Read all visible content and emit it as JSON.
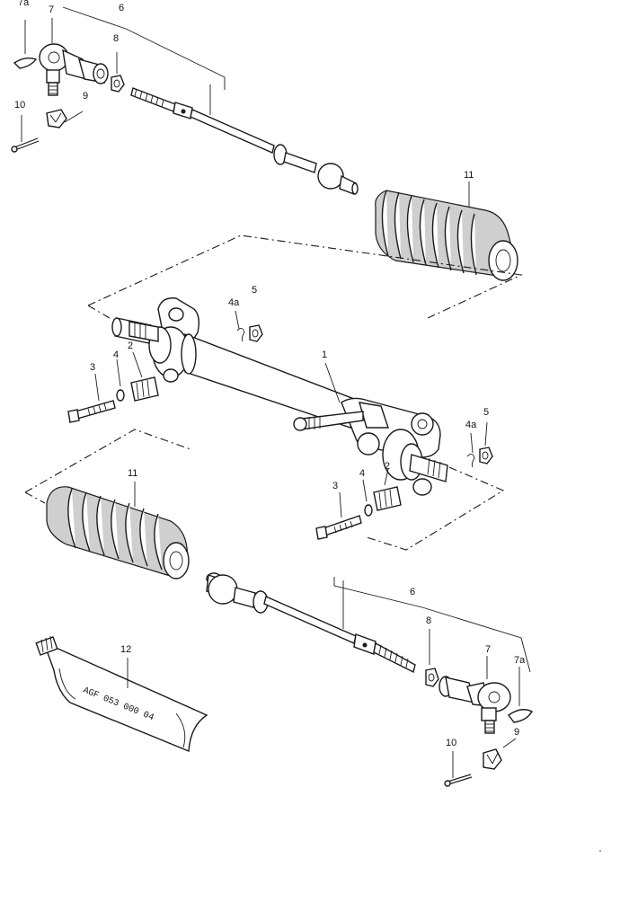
{
  "diagram": {
    "callouts": {
      "p1": "1",
      "p2a": "2",
      "p2b": "2",
      "p3a": "3",
      "p3b": "3",
      "p4a": "4",
      "p4b": "4",
      "p4aa": "4a",
      "p4ab": "4a",
      "p5a": "5",
      "p5b": "5",
      "p6a": "6",
      "p6b": "6",
      "p7a": "7",
      "p7b": "7",
      "p7aa": "7a",
      "p7ab": "7a",
      "p8a": "8",
      "p8b": "8",
      "p9a": "9",
      "p9b": "9",
      "p10a": "10",
      "p10b": "10",
      "p11a": "11",
      "p11b": "11",
      "p12": "12"
    },
    "tube_text": "AGF 053 000 04"
  }
}
